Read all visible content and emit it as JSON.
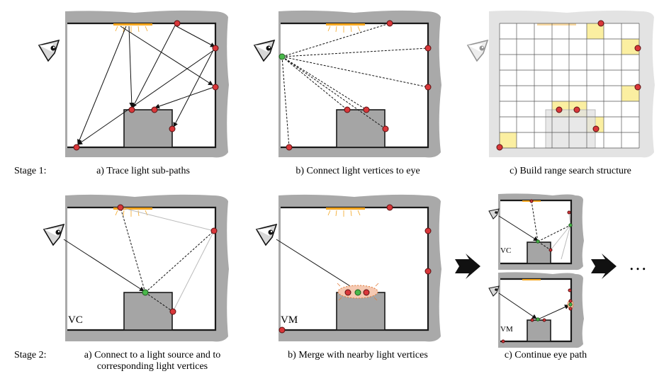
{
  "rows": [
    {
      "stage_label": "Stage 1:",
      "captions": [
        "a) Trace light sub-paths",
        "b) Connect light vertices to eye",
        "c) Build range search structure"
      ]
    },
    {
      "stage_label": "Stage 2:",
      "captions": [
        "a) Connect to a light source and to\ncorresponding light vertices",
        "b) Merge with nearby light vertices",
        "c) Continue eye path"
      ]
    }
  ],
  "panel_tags": {
    "vc": "VC",
    "vm": "VM",
    "small_vc": "VC",
    "small_vm": "VM"
  },
  "ellipsis": "…",
  "colors": {
    "light_vertex": "#d9373a",
    "eye_vertex": "#49b84a",
    "light_source": "#f3a51f",
    "wall": "#a9a9a9",
    "grid_highlight": "#fbefa1"
  }
}
